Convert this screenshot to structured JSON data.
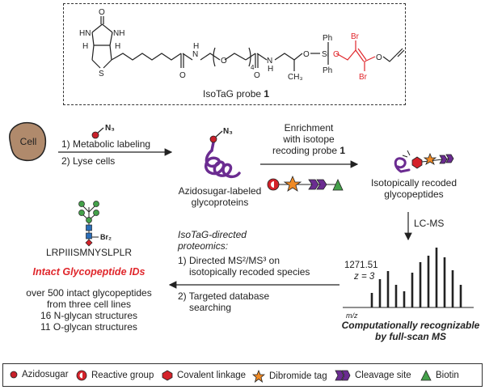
{
  "probe": {
    "caption_prefix": "IsoTaG probe ",
    "caption_number": "1",
    "atoms": {
      "o_carbonyl": "O",
      "hn": "HN",
      "nh": "NH",
      "h_top": "H",
      "h_bottom": "H",
      "s": "S",
      "n_amide": "N",
      "h_amide1": "H",
      "n_amide2": "N",
      "h_amide2": "H",
      "o_peg": "O",
      "sub4": "4",
      "o_ester": "O",
      "o_si": "O",
      "si": "Si",
      "ph_top": "Ph",
      "ph_bottom": "Ph",
      "ch3": "CH₃",
      "br_top": "Br",
      "br_bottom": "Br",
      "o_red": "O",
      "o_end": "O"
    }
  },
  "workflow": {
    "cell_label": "Cell",
    "step1": "1) Metabolic labeling",
    "step2": "2) Lyse cells",
    "n3_label": "N₃",
    "n3_label2": "N₃",
    "azido_caption_1": "Azidosugar-labeled",
    "azido_caption_2": "glycoproteins",
    "enrich_1": "Enrichment",
    "enrich_2": "with isotope",
    "enrich_3_prefix": "recoding probe ",
    "enrich_3_number": "1",
    "isotopic_1": "Isotopically recoded",
    "isotopic_2": "glycopeptides",
    "lcms": "LC-MS",
    "peak_mz": "1271.51",
    "peak_z": "z = 3",
    "mz_label": "m/z",
    "comp_1": "Computationally recognizable",
    "comp_2": "by full-scan MS",
    "directed_1": "IsoTaG-directed",
    "directed_2": "proteomics:",
    "directed_3": "1) Directed MS²/MS³ on",
    "directed_4": "isotopically recoded species",
    "directed_5": "2) Targeted database",
    "directed_6": "searching",
    "br2": "Br₂",
    "peptide": "LRPIIISMNYSLPLR",
    "intact_title": "Intact Glycopeptide IDs",
    "stat_1": "over 500 intact glycopeptides",
    "stat_2": "from three cell lines",
    "stat_3": "16 N-glycan structures",
    "stat_4": "11 O-glycan structures"
  },
  "legend": {
    "azidosugar": "Azidosugar",
    "reactive": "Reactive group",
    "covalent": "Covalent linkage",
    "dibromide": "Dibromide tag",
    "cleavage": "Cleavage site",
    "biotin": "Biotin"
  },
  "colors": {
    "red": "#e0262b",
    "purple": "#6b2c91",
    "cell": "#b08a6c",
    "star": "#f08a24",
    "blue": "#2a6db8",
    "green": "#44a04a"
  }
}
